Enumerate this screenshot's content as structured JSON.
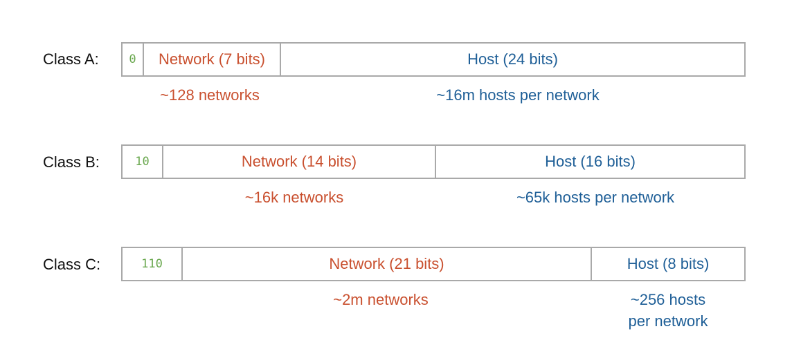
{
  "rows": {
    "a": {
      "label": "Class A:",
      "prefix": "0",
      "network": "Network (7 bits)",
      "host": "Host (24 bits)",
      "network_note": "~128 networks",
      "host_note": "~16m hosts per network"
    },
    "b": {
      "label": "Class B:",
      "prefix": "10",
      "network": "Network (14 bits)",
      "host": "Host (16 bits)",
      "network_note": "~16k networks",
      "host_note": "~65k hosts per network"
    },
    "c": {
      "label": "Class C:",
      "prefix": "110",
      "network": "Network (21 bits)",
      "host": "Host (8 bits)",
      "network_note": "~2m networks",
      "host_note_line1": "~256 hosts",
      "host_note_line2": "per network"
    }
  },
  "colors": {
    "prefix": "#6aa84f",
    "network": "#c9502f",
    "host": "#1f5f97",
    "border": "#a9a9a9"
  }
}
